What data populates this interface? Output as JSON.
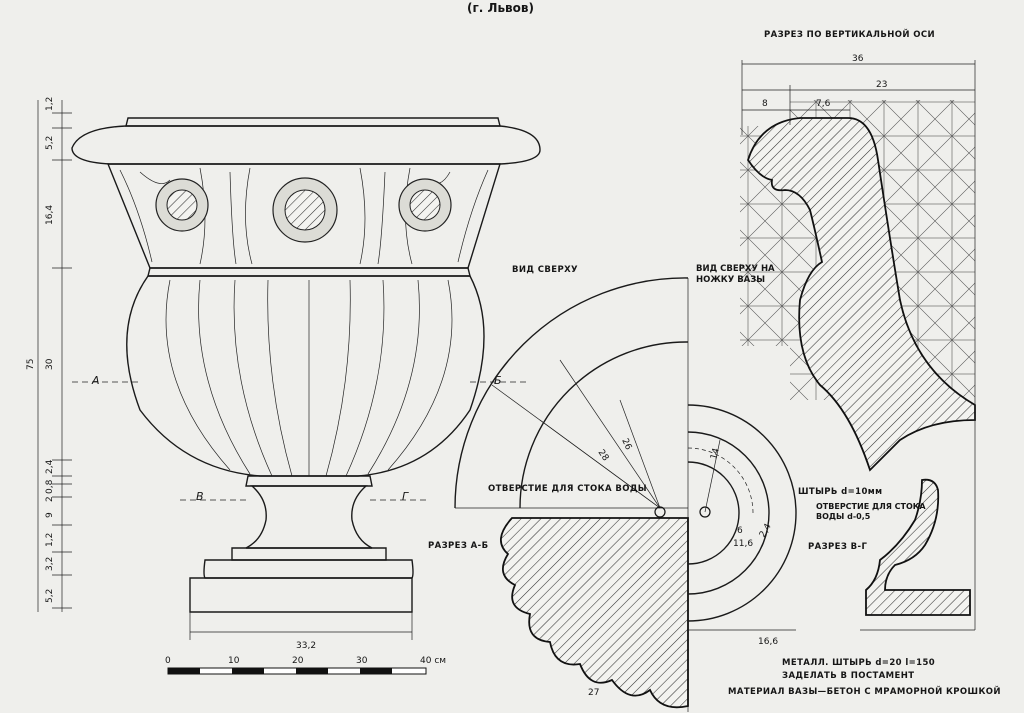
{
  "city_caption": "(г. Львов)",
  "labels": {
    "section_vertical_axis": "РАЗРЕЗ ПО ВЕРТИКАЛЬНОЙ ОСИ",
    "top_view": "ВИД СВЕРХУ",
    "top_view_foot": "ВИД СВЕРХУ НА НОЖКУ ВАЗЫ",
    "drain_hole": "ОТВЕРСТИЕ ДЛЯ СТОКА ВОДЫ",
    "drain_hole_small": "ОТВЕРСТИЕ ДЛЯ СТОКА ВОДЫ d-0,5",
    "pin": "ШТЫРЬ d=10мм",
    "section_ab": "РАЗРЕЗ А-Б",
    "section_vg": "РАЗРЕЗ В-Г",
    "metal_pin": "МЕТАЛЛ. ШТЫРЬ d=20 l=150",
    "embed": "ЗАДЕЛАТЬ В ПОСТАМЕНТ",
    "material": "МАТЕРИАЛ ВАЗЫ—БЕТОН С МРАМОРНОЙ КРОШКОЙ"
  },
  "section_letters": [
    "А",
    "Б",
    "В",
    "Г"
  ],
  "dimensions": {
    "height_total": "75",
    "left_stack": [
      "1,2",
      "5,2",
      "16,4",
      "30",
      "2,4",
      "0,8",
      "2",
      "9",
      "1,2",
      "3,2",
      "5,2"
    ],
    "base_width": "33,2",
    "section_top": [
      "36",
      "23",
      "8",
      "7,6"
    ],
    "top_view_radii": [
      "28",
      "26"
    ],
    "foot": [
      "14",
      "6",
      "11,6",
      "2,4"
    ],
    "foot_width": "16,6",
    "bowl_radius": "27"
  },
  "scale_bar": {
    "ticks": [
      "0",
      "10",
      "20",
      "30",
      "40 см"
    ]
  }
}
